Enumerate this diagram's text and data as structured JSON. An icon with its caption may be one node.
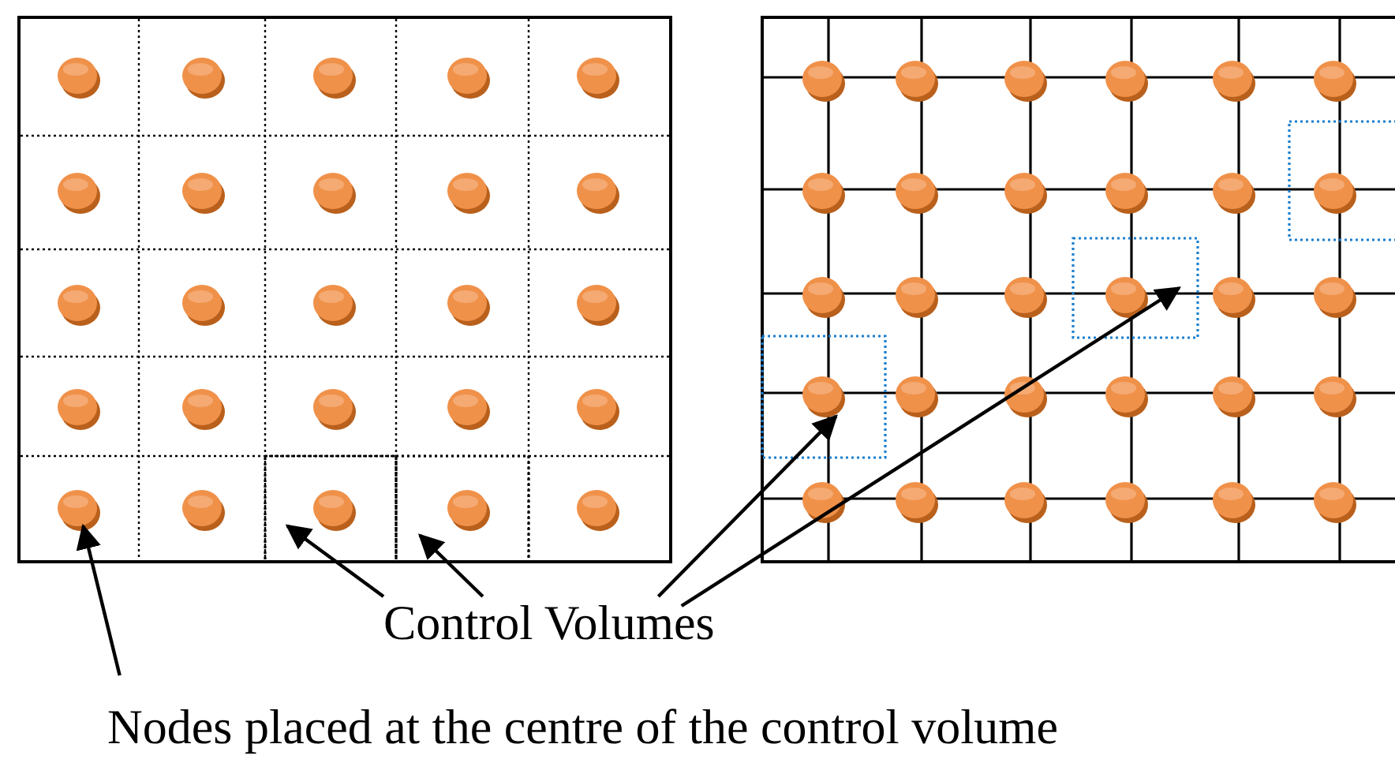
{
  "diagram": {
    "nodes": [
      {
        "text": [],
        "shape": "box"
      },
      {
        "text": [],
        "shape": "box"
      },
      {
        "text": [],
        "shape": "box"
      },
      {
        "text": [],
        "shape": "box"
      },
      {
        "text": [],
        "shape": "box"
      },
      {
        "text": [],
        "shape": "circle"
      },
      {
        "text": [],
        "shape": "circle"
      },
      {
        "text": [],
        "shape": "circle"
      },
      {
        "text": [],
        "shape": "circle"
      },
      {
        "text": [],
        "shape": "circle"
      },
      {
        "text": [],
        "shape": "circle"
      },
      {
        "text": [],
        "shape": "circle"
      },
      {
        "text": [],
        "shape": "circle"
      },
      {
        "text": [],
        "shape": "circle"
      },
      {
        "text": [],
        "shape": "circle"
      },
      {
        "text": [],
        "shape": "circle"
      },
      {
        "text": [],
        "shape": "circle"
      },
      {
        "text": [],
        "shape": "circle"
      },
      {
        "text": [],
        "shape": "circle"
      },
      {
        "text": [],
        "shape": "circle"
      },
      {
        "text": [],
        "shape": "circle"
      },
      {
        "text": [],
        "shape": "circle"
      },
      {
        "text": [],
        "shape": "circle"
      },
      {
        "text": [],
        "shape": "circle"
      },
      {
        "text": [],
        "shape": "circle"
      },
      {
        "text": [],
        "shape": "circle"
      },
      {
        "text": [],
        "shape": "circle"
      },
      {
        "text": [],
        "shape": "circle",
        "in": 3
      },
      {
        "text": [],
        "shape": "circle",
        "in": 4
      },
      {
        "text": [],
        "shape": "circle"
      },
      {
        "text": [],
        "shape": "circle"
      },
      {
        "text": [],
        "shape": "circle"
      },
      {
        "text": [],
        "shape": "circle"
      },
      {
        "text": [],
        "shape": "circle"
      },
      {
        "text": [],
        "shape": "circle"
      },
      {
        "text": [],
        "shape": "circle"
      },
      {
        "text": [],
        "shape": "circle"
      },
      {
        "text": [],
        "shape": "circle"
      },
      {
        "text": [],
        "shape": "circle"
      },
      {
        "text": [],
        "shape": "circle"
      },
      {
        "text": [],
        "shape": "circle"
      },
      {
        "text": [],
        "shape": "circle",
        "in": 0
      },
      {
        "text": [],
        "shape": "circle"
      },
      {
        "text": [],
        "shape": "circle"
      },
      {
        "text": [],
        "shape": "circle"
      },
      {
        "text": [],
        "shape": "circle",
        "in": 1
      },
      {
        "text": [],
        "shape": "circle"
      },
      {
        "text": [],
        "shape": "circle"
      },
      {
        "text": [],
        "shape": "circle",
        "in": 2
      },
      {
        "text": [],
        "shape": "circle"
      },
      {
        "text": [],
        "shape": "circle"
      },
      {
        "text": [],
        "shape": "circle"
      },
      {
        "text": [],
        "shape": "circle"
      },
      {
        "text": [],
        "shape": "circle"
      },
      {
        "text": [],
        "shape": "circle"
      },
      {
        "text": [],
        "shape": "circle"
      },
      {
        "text": [],
        "shape": "circle"
      },
      {
        "text": [],
        "shape": "circle"
      },
      {
        "text": [],
        "shape": "circle"
      },
      {
        "text": [],
        "shape": "circle"
      },
      {
        "text": [
          "Control Volumes"
        ]
      },
      {
        "text": [
          "Nodes placed at the centre of the control volume"
        ]
      }
    ],
    "edges": [
      {
        "from": 60,
        "to": 3,
        "arrow": "to"
      },
      {
        "from": 60,
        "to": 4,
        "arrow": "to"
      },
      {
        "from": 60,
        "to": 2,
        "arrow": "to"
      },
      {
        "from": 60,
        "to": 1,
        "arrow": "to"
      },
      {
        "from": 61,
        "to": 25,
        "arrow": "to"
      }
    ]
  }
}
